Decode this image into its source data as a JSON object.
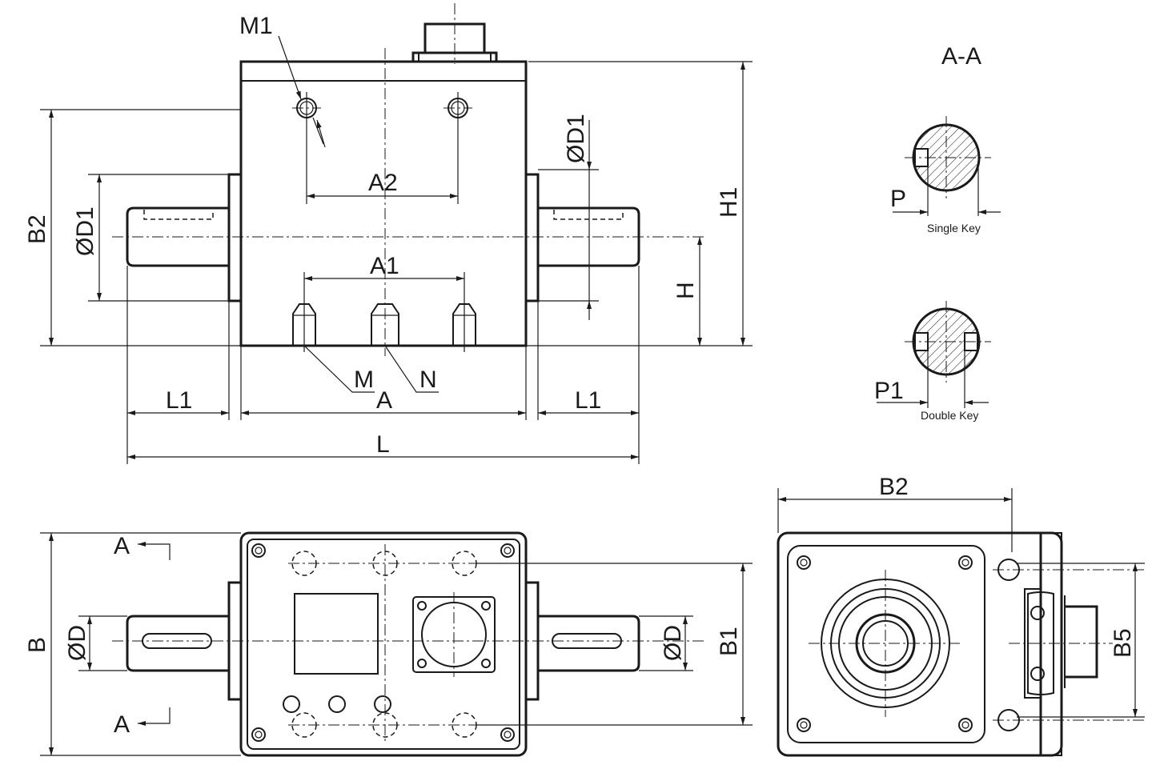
{
  "section_title": "A-A",
  "labels": {
    "M1": "M1",
    "A2": "A2",
    "A1": "A1",
    "OD1_left": "ØD1",
    "OD1_right": "ØD1",
    "B2_left": "B2",
    "H1": "H1",
    "H": "H",
    "M": "M",
    "N": "N",
    "A": "A",
    "L1_left": "L1",
    "L1_right": "L1",
    "L": "L",
    "B": "B",
    "OD_left": "ØD",
    "OD_right": "ØD",
    "B1": "B1",
    "A_top": "A",
    "A_bottom": "A",
    "B2_end": "B2",
    "B5": "B5",
    "P": "P",
    "P1": "P1"
  },
  "captions": {
    "single_key": "Single Key",
    "double_key": "Double Key"
  }
}
